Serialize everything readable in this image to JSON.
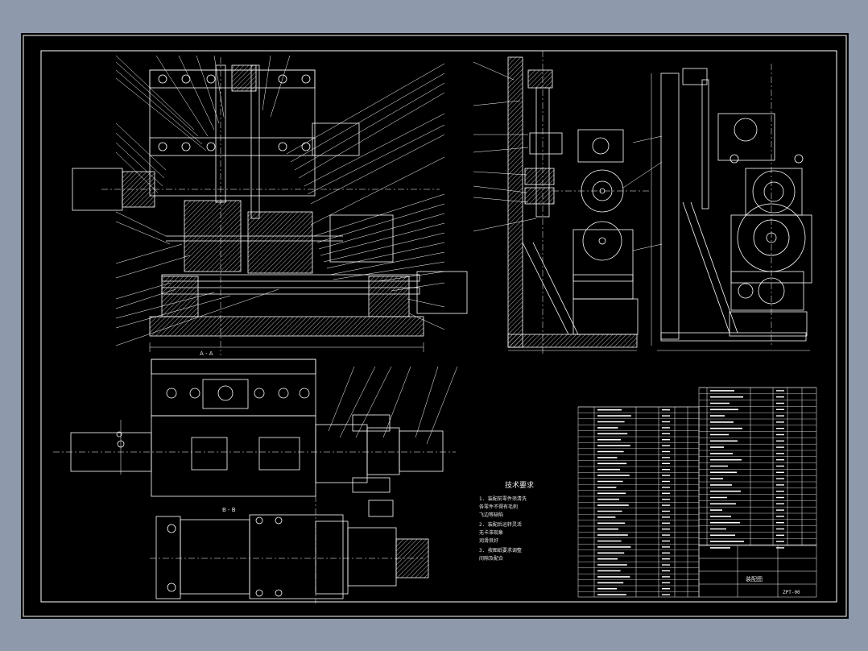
{
  "drawing": {
    "sections": {
      "aa": "A - A",
      "bb": "B - B"
    },
    "tech_req": {
      "title": "技术要求",
      "lines": [
        "1. 装配前零件须清洗",
        "   各零件不得有毛刺",
        "   飞边等缺陷",
        "2. 装配后运转灵活",
        "   无卡滞现象",
        "   润滑良好",
        "3. 按图纸要求调整",
        "   间隙及配合"
      ]
    },
    "title_block": {
      "name": "装配图",
      "drawing_no": "ZPT-00"
    }
  },
  "colors": {
    "background": "#8e9aac",
    "paper": "#000000",
    "line": "#ffffff",
    "hatch": "#d8d8d8"
  },
  "icons": {
    "viewport": "cad-model-space"
  }
}
